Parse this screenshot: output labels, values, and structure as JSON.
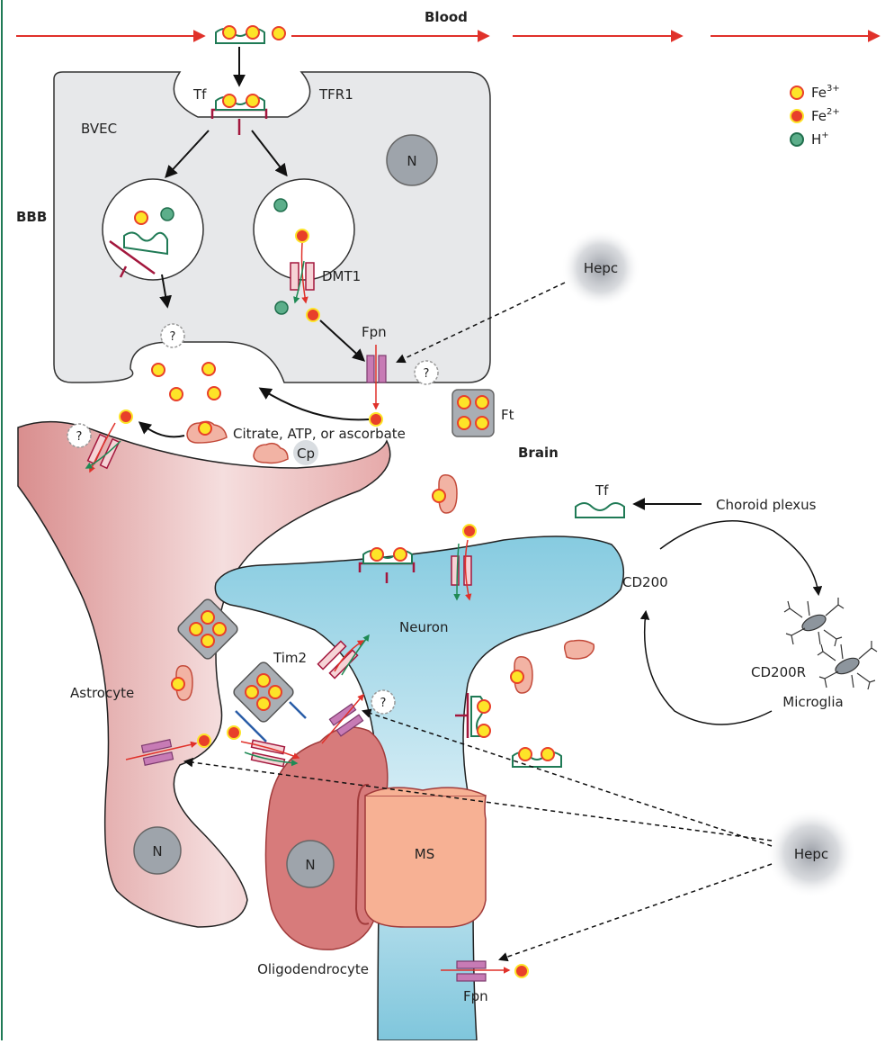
{
  "labels": {
    "blood": "Blood",
    "brain": "Brain",
    "bbb": "BBB",
    "bvec": "BVEC",
    "tf_top": "Tf",
    "tfr1": "TFR1",
    "n_bvec": "N",
    "dmt1": "DMT1",
    "fpn_top": "Fpn",
    "hepc_top": "Hepc",
    "citrate": "Citrate, ATP, or ascorbate",
    "cp": "Cp",
    "ft": "Ft",
    "tf_brain": "Tf",
    "choroid": "Choroid plexus",
    "neuron": "Neuron",
    "cd200": "CD200",
    "cd200r": "CD200R",
    "microglia": "Microglia",
    "tim2": "Tim2",
    "astrocyte": "Astrocyte",
    "n_astro": "N",
    "n_oligo": "N",
    "oligodendrocyte": "Oligodendrocyte",
    "ms": "MS",
    "hepc_bottom": "Hepc",
    "fpn_bottom": "Fpn",
    "question": "?"
  },
  "legend": [
    {
      "label": "Fe",
      "sup": "3+",
      "color": "#fde428",
      "ring": "#e8402a"
    },
    {
      "label": "Fe",
      "sup": "2+",
      "color": "#e8402a",
      "ring": "#fde428"
    },
    {
      "label": "H",
      "sup": "+",
      "color": "#5cae8a",
      "ring": "#1f6e4c"
    }
  ],
  "colors": {
    "arrow_red": "#e0312a",
    "bvec_fill": "#e7e8ea",
    "astro_fill": "#e2a0a0",
    "neuron_fill": "#8ccfe0",
    "oligo_fill": "#d77b7b",
    "ms_fill": "#f7b194",
    "tf_green": "#1f7a55",
    "tfr_red": "#a3173d",
    "fpn_purple": "#c77bb5",
    "ft_gray": "#9aa0a6"
  }
}
